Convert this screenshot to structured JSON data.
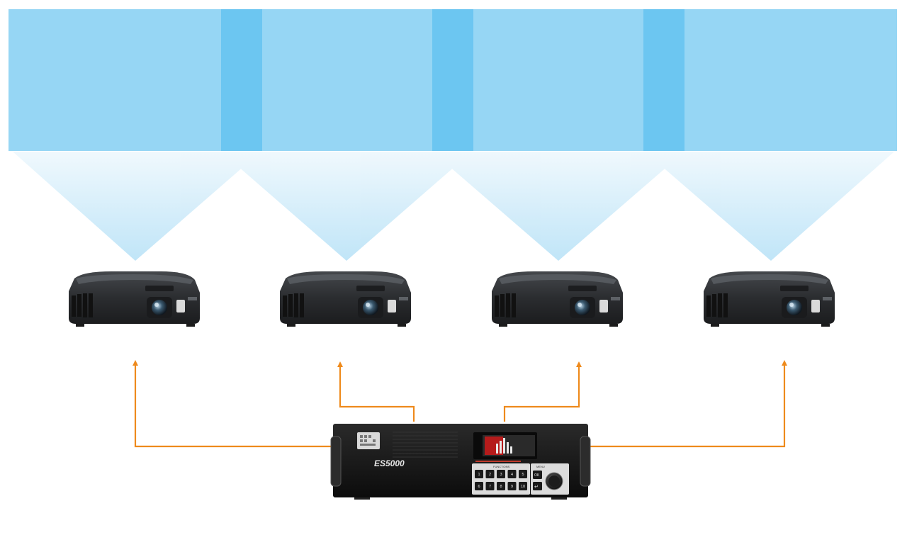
{
  "diagram": {
    "device": {
      "model": "ES5000",
      "panel_caption": "FUNCTIONS",
      "menu_caption": "MENU",
      "keypad": [
        "1",
        "2",
        "3",
        "4",
        "5",
        "6",
        "7",
        "8",
        "9",
        "10"
      ],
      "ok_label": "OK"
    },
    "colors": {
      "screen": "#96d6f4",
      "overlap": "#6cc6f1",
      "beam": "#c6e8f9",
      "signal": "#ee8a1c",
      "projector_body": "#2b2d30",
      "chassis": "#151515"
    },
    "projector_count": 4,
    "overlap_zone_count": 3
  }
}
